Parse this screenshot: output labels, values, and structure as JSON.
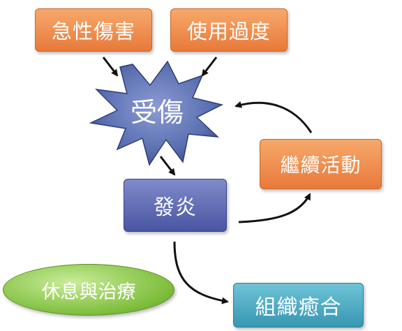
{
  "nodes": {
    "acute_injury": "急性傷害",
    "overuse": "使用過度",
    "injury": "受傷",
    "continue_activity": "繼續活動",
    "inflammation": "發炎",
    "rest_treatment": "休息與治療",
    "tissue_healing": "組織癒合"
  },
  "colors": {
    "orange": "#e8793a",
    "blue": "#4a55a2",
    "teal": "#3797b3",
    "green": "#7cbd3a",
    "burst": "#5a6fb0"
  }
}
